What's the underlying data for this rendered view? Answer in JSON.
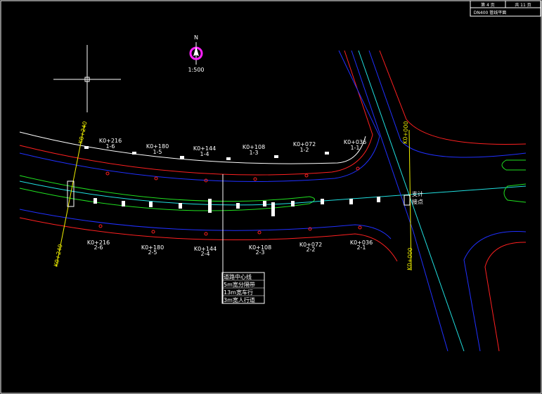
{
  "title_block": {
    "sheet_no": "第 4 页",
    "sheet_total": "共 11 页",
    "drawing_name": "DN400 管线平面"
  },
  "north": {
    "letter": "N",
    "scale": "1:500"
  },
  "stations_top": [
    "K0+216",
    "K0+180",
    "K0+144",
    "K0+108",
    "K0+072",
    "K0+036"
  ],
  "stations_bottom": [
    {
      "k": "K0+216",
      "id": "2-6"
    },
    {
      "k": "K0+180",
      "id": "2-5"
    },
    {
      "k": "K0+144",
      "id": "2-4"
    },
    {
      "k": "K0+108",
      "id": "2-3"
    },
    {
      "k": "K0+072",
      "id": "2-2"
    },
    {
      "k": "K0+036",
      "id": "2-1"
    }
  ],
  "top_ids": [
    "1-6",
    "1-5",
    "1-4",
    "1-3",
    "1-2",
    "1-1"
  ],
  "chainage_left_top": "K0+240",
  "chainage_left_bottom": "K0+240",
  "chainage_right_top": "K0+000",
  "chainage_right_bottom": "K0+000",
  "junction_label_a": "支计",
  "junction_label_b": "接点",
  "legend": [
    "道路中心线",
    "5m宽分隔带",
    "13m宽车行",
    "3m宽人行道"
  ],
  "colors": {
    "red": "#ff2020",
    "blue": "#2030ff",
    "green": "#20e020",
    "cyan": "#20e0e0",
    "yellow": "#f0f000",
    "magenta": "#ff20ff",
    "white": "#ffffff"
  }
}
